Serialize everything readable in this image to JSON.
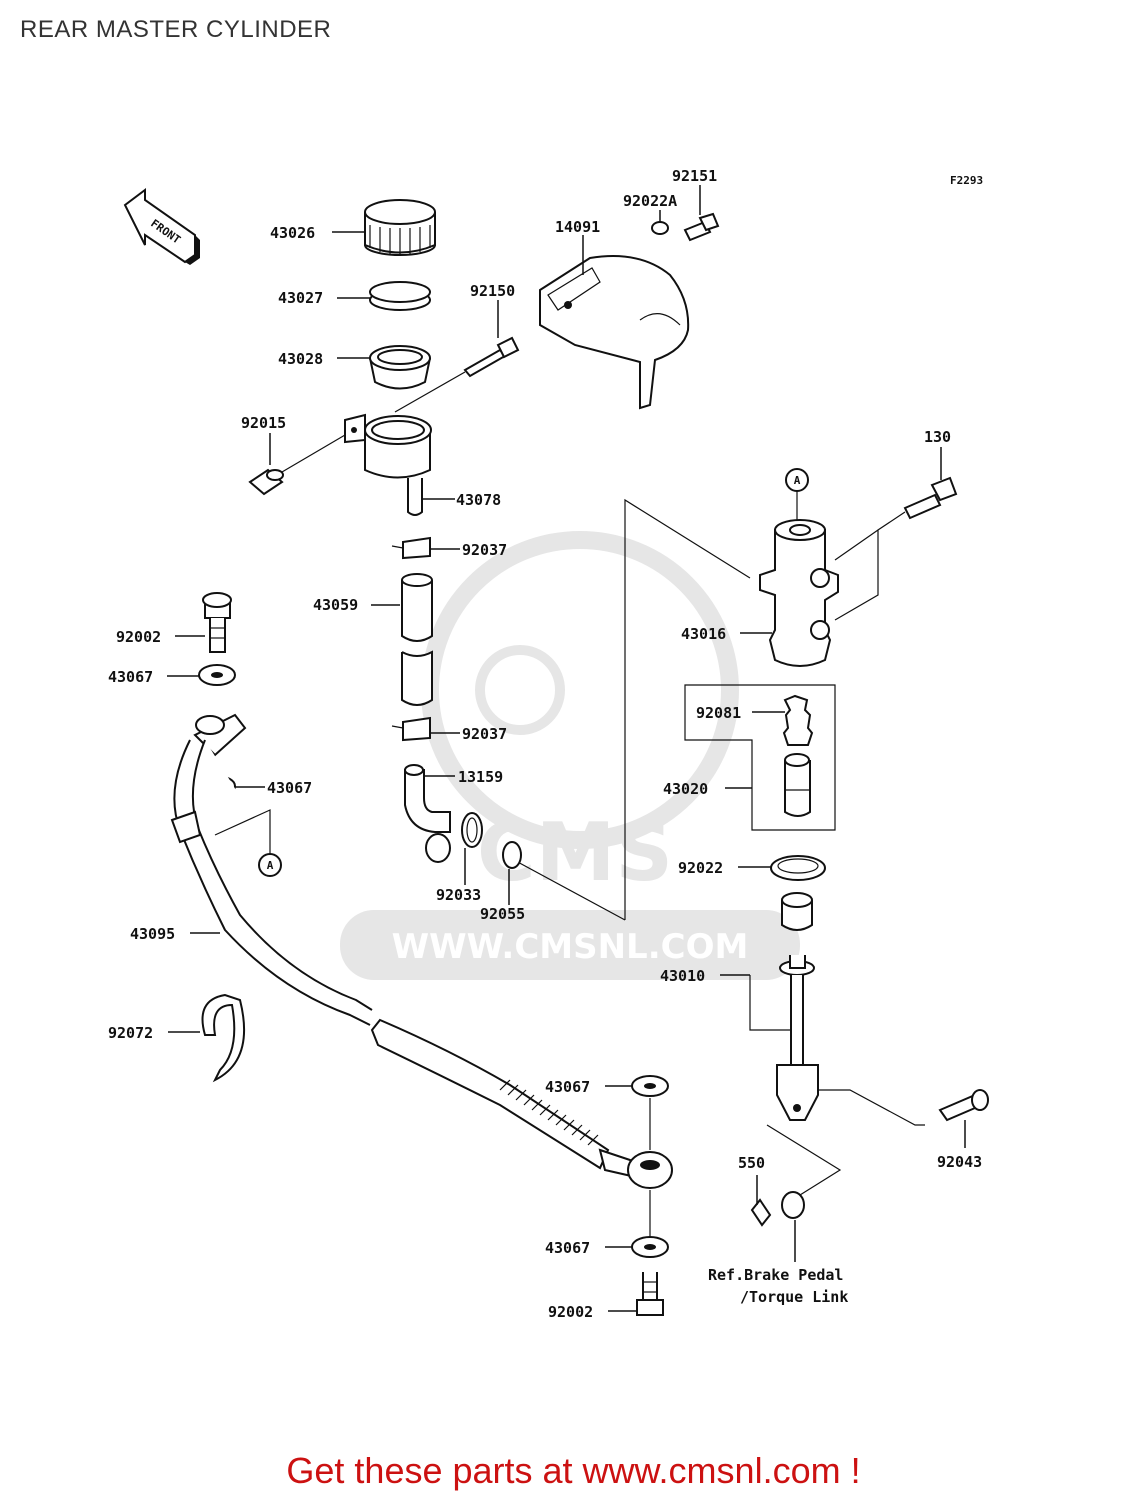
{
  "title": "REAR MASTER CYLINDER",
  "figure_code": "F2293",
  "front_label": "FRONT",
  "watermark": "WWW.CMSNL.COM",
  "watermark_brand": "CMS",
  "ref_marker": "A",
  "ref_note": [
    "Ref.Brake Pedal",
    "/Torque Link"
  ],
  "footer": "Get these parts at www.cmsnl.com !",
  "colors": {
    "footer": "#cc1111",
    "lines": "#111111",
    "watermark": "#e6e6e6"
  },
  "parts": [
    {
      "id": "p43026",
      "number": "43026"
    },
    {
      "id": "p43027",
      "number": "43027"
    },
    {
      "id": "p43028",
      "number": "43028"
    },
    {
      "id": "p92015",
      "number": "92015"
    },
    {
      "id": "p92150",
      "number": "92150"
    },
    {
      "id": "p14091",
      "number": "14091"
    },
    {
      "id": "p92022A",
      "number": "92022A"
    },
    {
      "id": "p92151",
      "number": "92151"
    },
    {
      "id": "p43078",
      "number": "43078"
    },
    {
      "id": "p130",
      "number": "130"
    },
    {
      "id": "p92037a",
      "number": "92037"
    },
    {
      "id": "p43059",
      "number": "43059"
    },
    {
      "id": "p43016",
      "number": "43016"
    },
    {
      "id": "p92002a",
      "number": "92002"
    },
    {
      "id": "p43067a",
      "number": "43067"
    },
    {
      "id": "p92081",
      "number": "92081"
    },
    {
      "id": "p92037b",
      "number": "92037"
    },
    {
      "id": "p13159",
      "number": "13159"
    },
    {
      "id": "p43067b",
      "number": "43067"
    },
    {
      "id": "p43020",
      "number": "43020"
    },
    {
      "id": "p92022",
      "number": "92022"
    },
    {
      "id": "p92033",
      "number": "92033"
    },
    {
      "id": "p92055",
      "number": "92055"
    },
    {
      "id": "p43095",
      "number": "43095"
    },
    {
      "id": "p43010",
      "number": "43010"
    },
    {
      "id": "p92072",
      "number": "92072"
    },
    {
      "id": "p43067c",
      "number": "43067"
    },
    {
      "id": "p550",
      "number": "550"
    },
    {
      "id": "p92043",
      "number": "92043"
    },
    {
      "id": "p43067d",
      "number": "43067"
    },
    {
      "id": "p92002b",
      "number": "92002"
    }
  ]
}
